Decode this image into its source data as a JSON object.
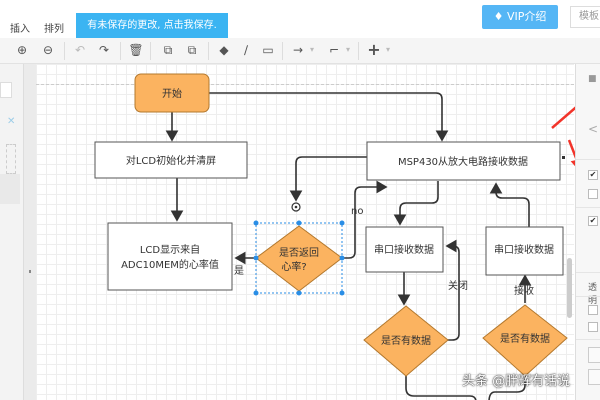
{
  "menubar": {
    "items": [
      "插入",
      "排列"
    ],
    "unsaved_banner": "有未保存的更改, 点击我保存.",
    "vip_button": "VIP介绍",
    "template_button": "模板"
  },
  "toolbar": {
    "icons": [
      "zoom-in-icon",
      "zoom-out-icon",
      "undo-icon",
      "redo-icon",
      "delete-icon",
      "to-front-icon",
      "to-back-icon",
      "fill-color-icon",
      "line-color-icon",
      "shadow-icon",
      "connection-icon",
      "waypoints-icon",
      "insert-icon"
    ],
    "glyphs": {
      "zoom_in": "⊕",
      "zoom_out": "⊖",
      "undo": "↶",
      "redo": "↷",
      "delete": "🗑",
      "to_front": "⧉",
      "to_back": "⧉",
      "fill": "◆",
      "line": "∕",
      "shadow": "▭",
      "connection": "→",
      "waypoints": "⌐",
      "insert": "+",
      "caret": "▾"
    }
  },
  "diagram": {
    "nodes": {
      "start": "开始",
      "init_lcd": "对LCD初始化并清屏",
      "msp430": "MSP430从放大电路接收数据",
      "lcd_display_1": "LCD显示来自",
      "lcd_display_2": "ADC10MEM的心率值",
      "decision_return_1": "是否返回",
      "decision_return_2": "心率?",
      "uart_rx_left": "串口接收数据",
      "uart_rx_right": "串口接收数据",
      "has_data_left": "是否有数据",
      "has_data_right": "是否有数据"
    },
    "edge_labels": {
      "yes": "是",
      "no": "no",
      "close": "关闭",
      "receive": "接收"
    },
    "colors": {
      "terminal_fill": "#fbb360",
      "decision_fill": "#fbb360",
      "selection": "#2a8ee6",
      "arrow_annotation": "#f2342a"
    }
  },
  "right_panel": {
    "back_glyph": "<",
    "checkboxes": [
      true,
      false,
      true,
      false,
      false
    ],
    "section_label": "透明"
  },
  "watermark": "头条 @胖辉有话说"
}
